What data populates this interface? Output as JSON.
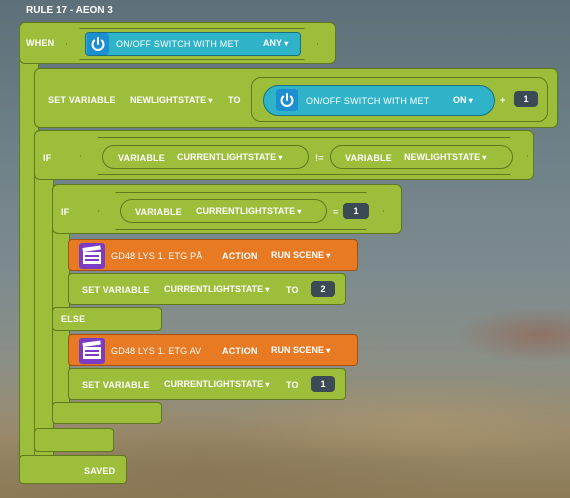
{
  "rule_title": "RULE 17 - AEON 3",
  "when": {
    "label": "WHEN",
    "device": "ON/OFF SWITCH WITH MET",
    "value": "ANY"
  },
  "set_var_1": {
    "label": "SET VARIABLE",
    "variable": "NEWLIGHTSTATE",
    "to": "TO",
    "device": "ON/OFF SWITCH WITH MET",
    "value": "ON",
    "plus": "+",
    "number": "1"
  },
  "if_1": {
    "label": "IF",
    "left_kw": "VARIABLE",
    "left_var": "CURRENTLIGHTSTATE",
    "op": "!=",
    "right_kw": "VARIABLE",
    "right_var": "NEWLIGHTSTATE"
  },
  "if_2": {
    "label": "IF",
    "kw": "VARIABLE",
    "var": "CURRENTLIGHTSTATE",
    "op": "=",
    "number": "1"
  },
  "action_1": {
    "device": "GD48 LYS 1. ETG PÅ",
    "action": "ACTION",
    "value": "RUN SCENE"
  },
  "set_var_2": {
    "label": "SET VARIABLE",
    "variable": "CURRENTLIGHTSTATE",
    "to": "TO",
    "number": "2"
  },
  "else_label": "ELSE",
  "action_2": {
    "device": "GD48 LYS 1. ETG AV",
    "action": "ACTION",
    "value": "RUN SCENE"
  },
  "set_var_3": {
    "label": "SET VARIABLE",
    "variable": "CURRENTLIGHTSTATE",
    "to": "TO",
    "number": "1"
  },
  "saved_label": "SAVED",
  "colors": {
    "block_green": "#9cbe3a",
    "device_blue": "#2fb3c9",
    "action_orange": "#e87a24",
    "number_dark": "#3b4a55"
  }
}
